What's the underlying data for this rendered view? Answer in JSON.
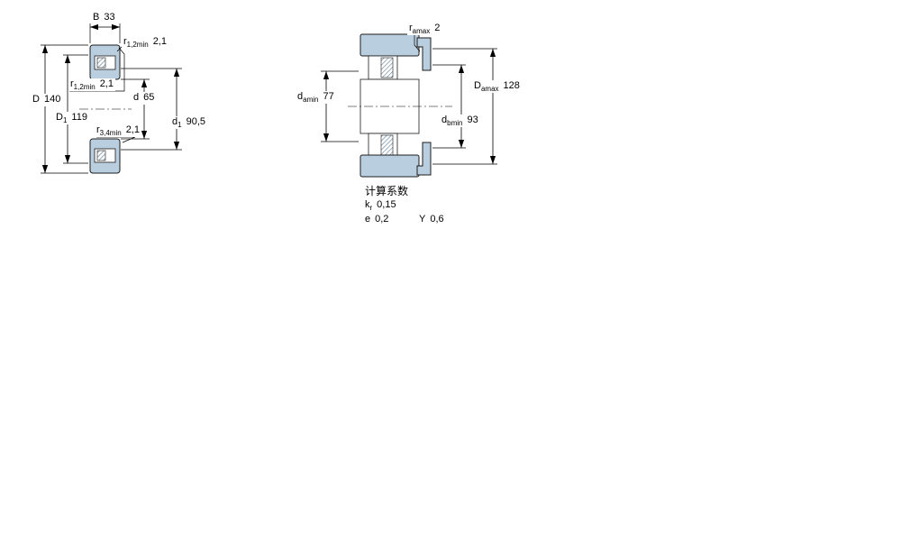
{
  "colors": {
    "ring_fill": "#b9cede",
    "hatch_line": "#49708c",
    "line": "#000000",
    "background": "#ffffff"
  },
  "left_view": {
    "dims": {
      "B": {
        "sym": "B",
        "sub": "",
        "val": "33"
      },
      "r12a": {
        "sym": "r",
        "sub": "1,2min",
        "val": "2,1"
      },
      "r12b": {
        "sym": "r",
        "sub": "1,2min",
        "val": "2,1"
      },
      "d": {
        "sym": "d",
        "sub": "",
        "val": "65"
      },
      "D": {
        "sym": "D",
        "sub": "",
        "val": "140"
      },
      "D1": {
        "sym": "D",
        "sub": "1",
        "val": "119"
      },
      "r34": {
        "sym": "r",
        "sub": "3,4min",
        "val": "2,1"
      },
      "d1": {
        "sym": "d",
        "sub": "1",
        "val": "90,5"
      }
    }
  },
  "right_view": {
    "dims": {
      "ra": {
        "sym": "r",
        "sub": "amax",
        "val": "2"
      },
      "da": {
        "sym": "d",
        "sub": "amin",
        "val": "77"
      },
      "Da": {
        "sym": "D",
        "sub": "amax",
        "val": "128"
      },
      "db": {
        "sym": "d",
        "sub": "bmin",
        "val": "93"
      }
    }
  },
  "calculation_factors": {
    "heading": "计算系数",
    "kr": {
      "sym": "k",
      "sub": "r",
      "val": "0,15"
    },
    "e": {
      "sym": "e",
      "sub": "",
      "val": "0,2"
    },
    "Y": {
      "sym": "Y",
      "sub": "",
      "val": "0,6"
    }
  }
}
